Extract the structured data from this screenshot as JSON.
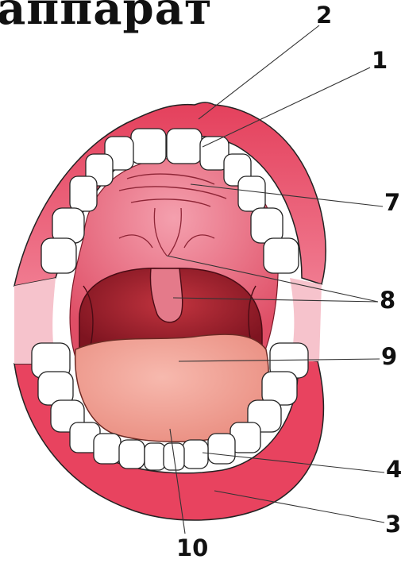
{
  "title": "аппарат",
  "labels": {
    "n1": "1",
    "n2": "2",
    "n3": "3",
    "n4": "4",
    "n7": "7",
    "n8": "8",
    "n9": "9",
    "n10": "10"
  },
  "colors": {
    "lip": "#e8435f",
    "lip_light": "#f28a9c",
    "palate": "#e86d83",
    "throat": "#9c1f2c",
    "tongue": "#f2a69a",
    "teeth": "#ffffff",
    "outline": "#222222"
  }
}
